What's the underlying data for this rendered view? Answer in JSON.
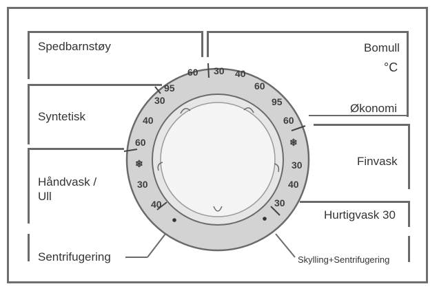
{
  "programs_left": {
    "baby_clothes": "Spedbarnstøy",
    "synthetic": "Syntetisk",
    "handwash_wool_line1": "Håndvask /",
    "handwash_wool_line2": "Ull",
    "spin": "Sentrifugering"
  },
  "programs_right": {
    "cotton": "Bomull",
    "temperature_unit": "°C",
    "economy": "Økonomi",
    "delicate": "Finvask",
    "quick_wash": "Hurtigvask 30",
    "rinse_spin": "Skylling+Sentrifugering"
  },
  "dial_temperatures": {
    "top_left": [
      "95",
      "60"
    ],
    "top_right": [
      "30",
      "40",
      "60"
    ],
    "synthetic": [
      "30",
      "40"
    ],
    "cotton_95": "95",
    "economy_60": "60",
    "handwash_60": "60",
    "handwash_30": "30",
    "handwash_40": "40",
    "delicate_30": "30",
    "delicate_40": "40",
    "quick_30": "30",
    "cold_symbol": "❄"
  },
  "colors": {
    "frame": "#6e6e6e",
    "text": "#333333",
    "ring": "#d3d3d3",
    "knob_face": "#f4f4f4"
  }
}
